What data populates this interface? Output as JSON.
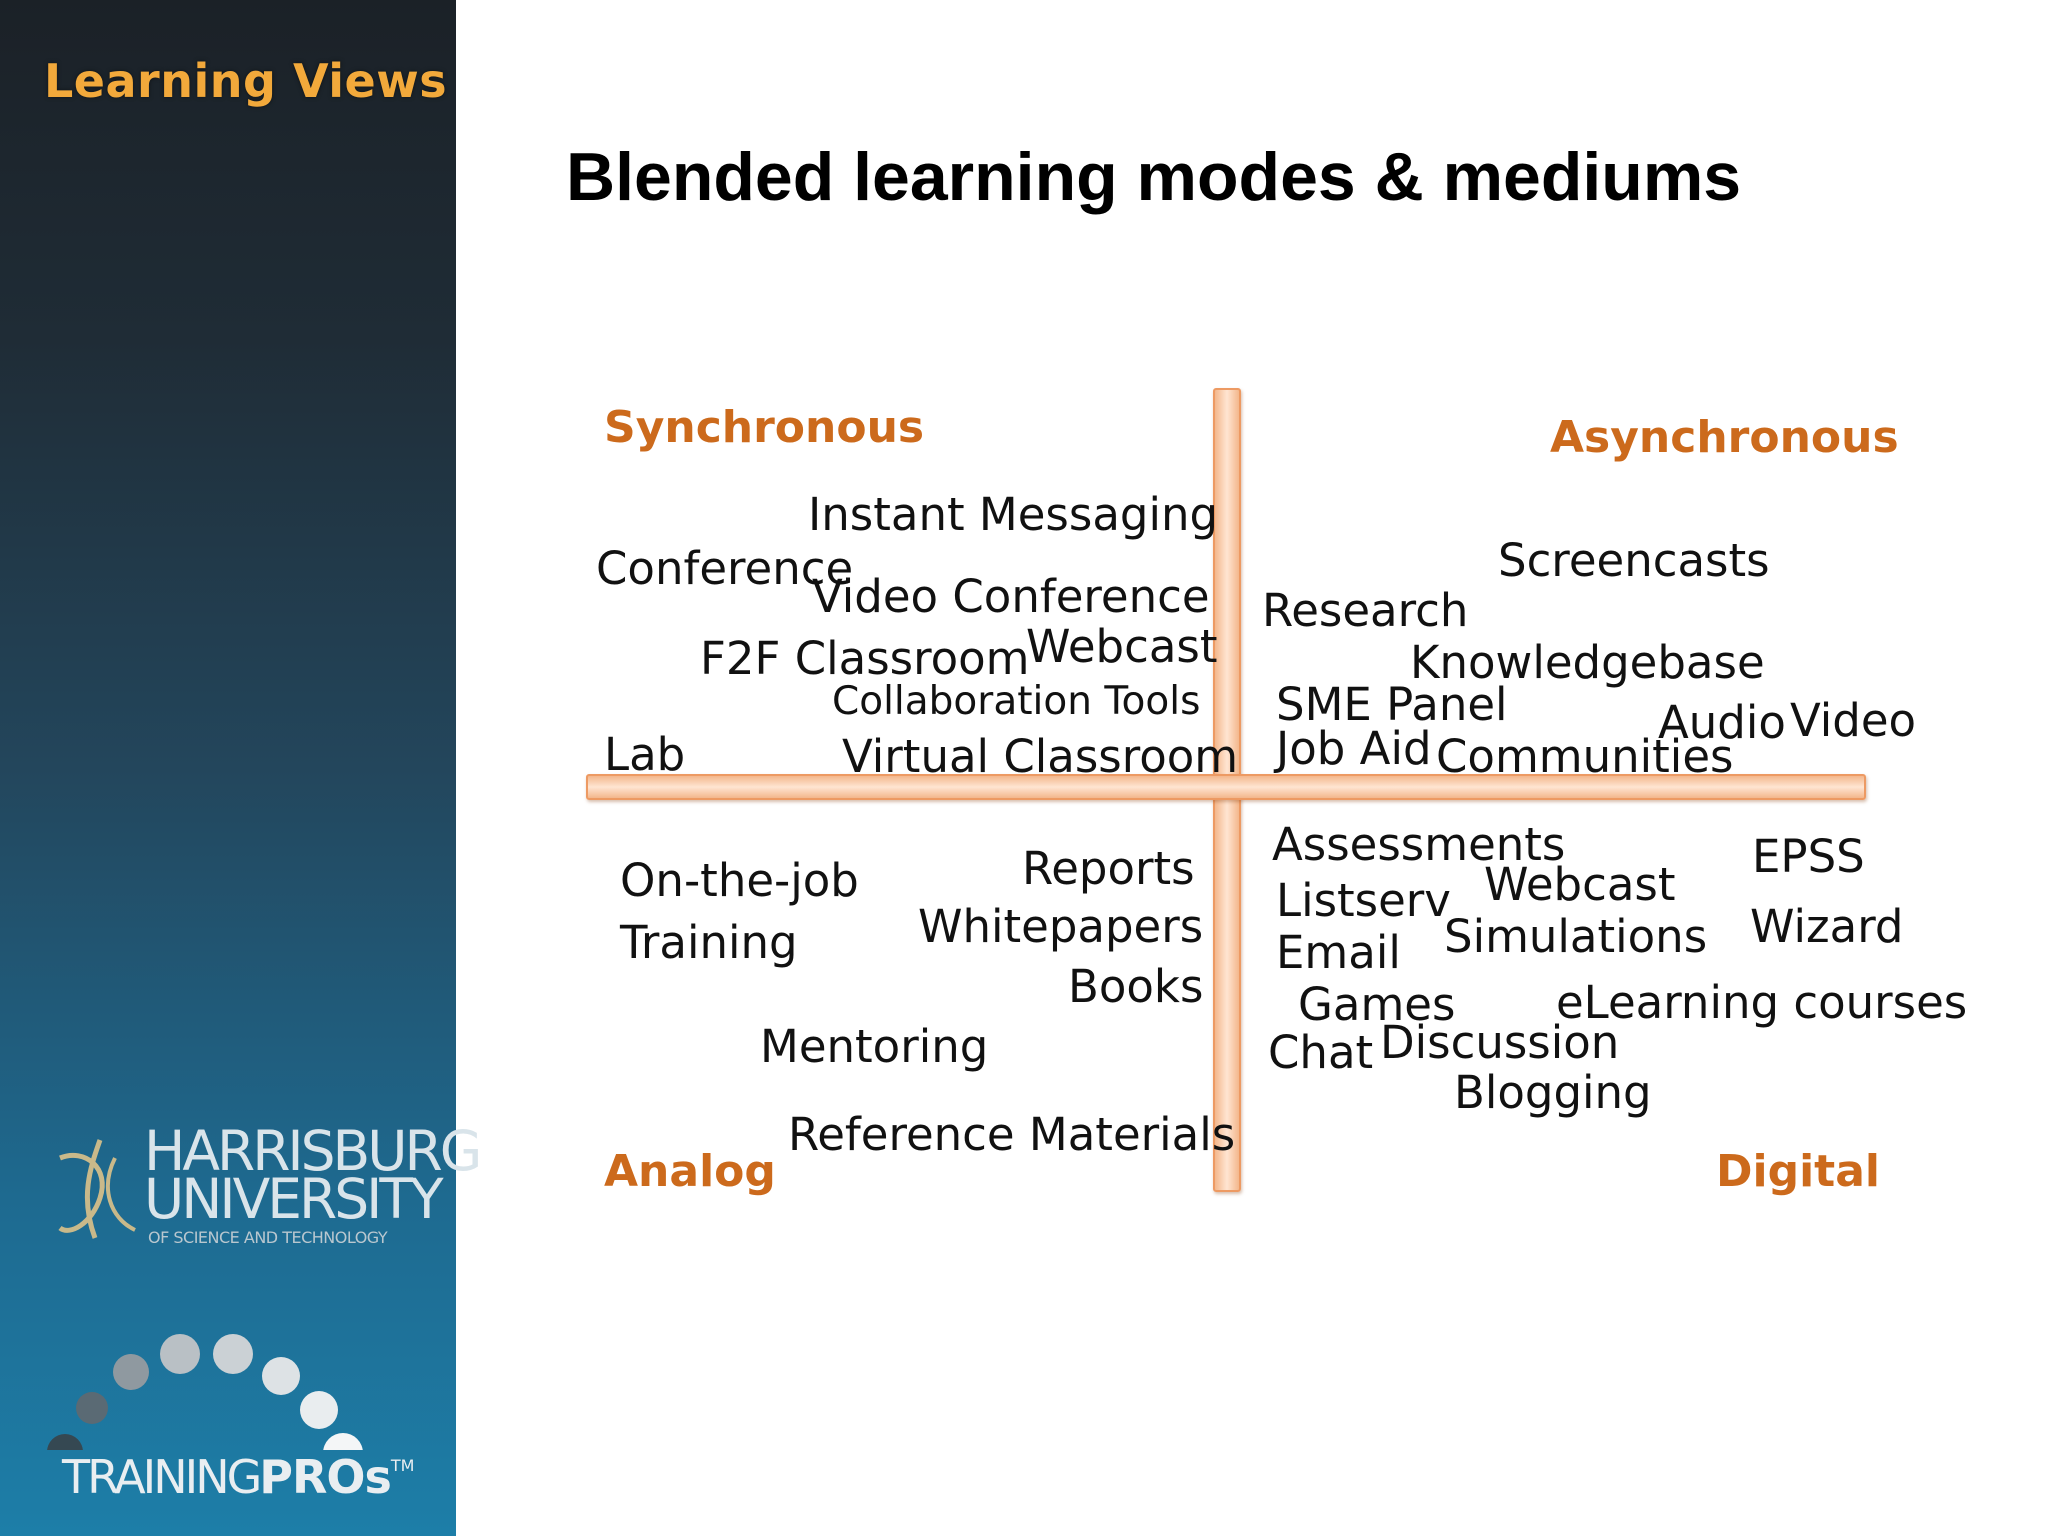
{
  "sidebar": {
    "brand": "Learning Views",
    "university": {
      "line1": "HARRISBURG",
      "line2": "UNIVERSITY",
      "line3": "OF SCIENCE AND TECHNOLOGY"
    },
    "trainingpros": {
      "part1": "TRAINING",
      "part2": "PROs",
      "tm": "TM"
    }
  },
  "slide": {
    "title": "Blended learning modes & mediums",
    "corners": {
      "synchronous": "Synchronous",
      "asynchronous": "Asynchronous",
      "analog": "Analog",
      "digital": "Digital"
    },
    "quadrants": {
      "sync_analog": [
        "Instant Messaging",
        "Conference",
        "Video Conference",
        "F2F Classroom",
        "Webcast",
        "Collaboration Tools",
        "Lab",
        "Virtual Classroom"
      ],
      "async_digital": [
        "Screencasts",
        "Research",
        "Knowledgebase",
        "SME Panel",
        "Job Aid",
        "Audio",
        "Video",
        "Communities"
      ],
      "analog_lower": [
        "On-the-job",
        "Training",
        "Reports",
        "Whitepapers",
        "Books",
        "Mentoring",
        "Reference Materials"
      ],
      "digital_lower": [
        "Assessments",
        "EPSS",
        "Listserv",
        "Webcast",
        "Email",
        "Simulations",
        "Wizard",
        "Games",
        "eLearning courses",
        "Chat",
        "Discussion",
        "Blogging"
      ]
    }
  },
  "colors": {
    "accent": "#cc6a1c",
    "axis": "#f3b78c",
    "brand": "#f2a93b"
  }
}
